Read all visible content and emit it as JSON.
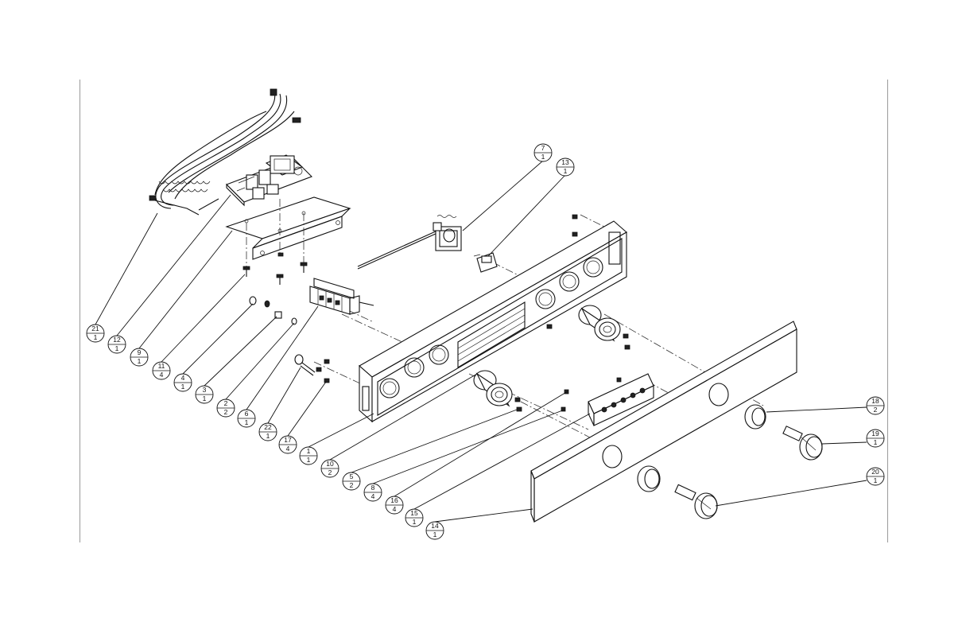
{
  "balloons": [
    {
      "id": "21",
      "item": "21",
      "qty": "1"
    },
    {
      "id": "12",
      "item": "12",
      "qty": "1"
    },
    {
      "id": "9",
      "item": "9",
      "qty": "1"
    },
    {
      "id": "11",
      "item": "11",
      "qty": "4"
    },
    {
      "id": "4",
      "item": "4",
      "qty": "1"
    },
    {
      "id": "3",
      "item": "3",
      "qty": "1"
    },
    {
      "id": "2",
      "item": "2",
      "qty": "2"
    },
    {
      "id": "6",
      "item": "6",
      "qty": "1"
    },
    {
      "id": "22",
      "item": "22",
      "qty": "1"
    },
    {
      "id": "17",
      "item": "17",
      "qty": "4"
    },
    {
      "id": "1",
      "item": "1",
      "qty": "1"
    },
    {
      "id": "10",
      "item": "10",
      "qty": "2"
    },
    {
      "id": "5",
      "item": "5",
      "qty": "2"
    },
    {
      "id": "8",
      "item": "8",
      "qty": "4"
    },
    {
      "id": "16",
      "item": "16",
      "qty": "4"
    },
    {
      "id": "15",
      "item": "15",
      "qty": "1"
    },
    {
      "id": "14",
      "item": "14",
      "qty": "1"
    },
    {
      "id": "7",
      "item": "7",
      "qty": "1"
    },
    {
      "id": "13",
      "item": "13",
      "qty": "1"
    },
    {
      "id": "18",
      "item": "18",
      "qty": "2"
    },
    {
      "id": "19",
      "item": "19",
      "qty": "1"
    },
    {
      "id": "20",
      "item": "20",
      "qty": "1"
    }
  ]
}
